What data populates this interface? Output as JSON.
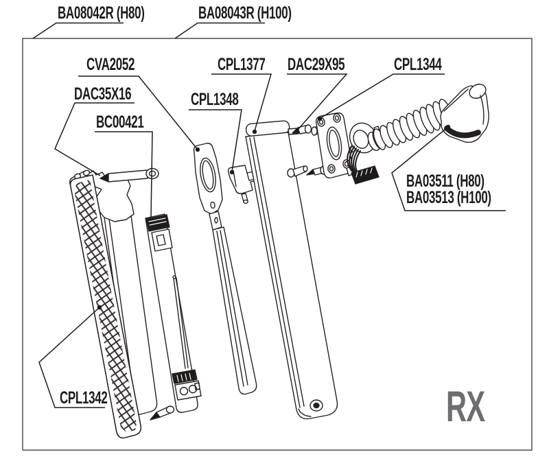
{
  "diagram": {
    "type": "exploded-parts-diagram",
    "labels": {
      "ba08042r": "BA08042R (H80)",
      "ba08043r": "BA08043R (H100)",
      "cva2052": "CVA2052",
      "dac35x16": "DAC35X16",
      "bc00421": "BC00421",
      "cpl1348": "CPL1348",
      "cpl1377": "CPL1377",
      "dac29x95": "DAC29X95",
      "cpl1344": "CPL1344",
      "ba03511": "BA03511 (H80)",
      "ba03513": "BA03513 (H100)",
      "cpl1342": "CPL1342"
    },
    "logo": "RX",
    "colors": {
      "line": "#231f20",
      "logo_gray": "#6d6e71",
      "background": "#ffffff",
      "border_gray": "#58595b"
    }
  }
}
